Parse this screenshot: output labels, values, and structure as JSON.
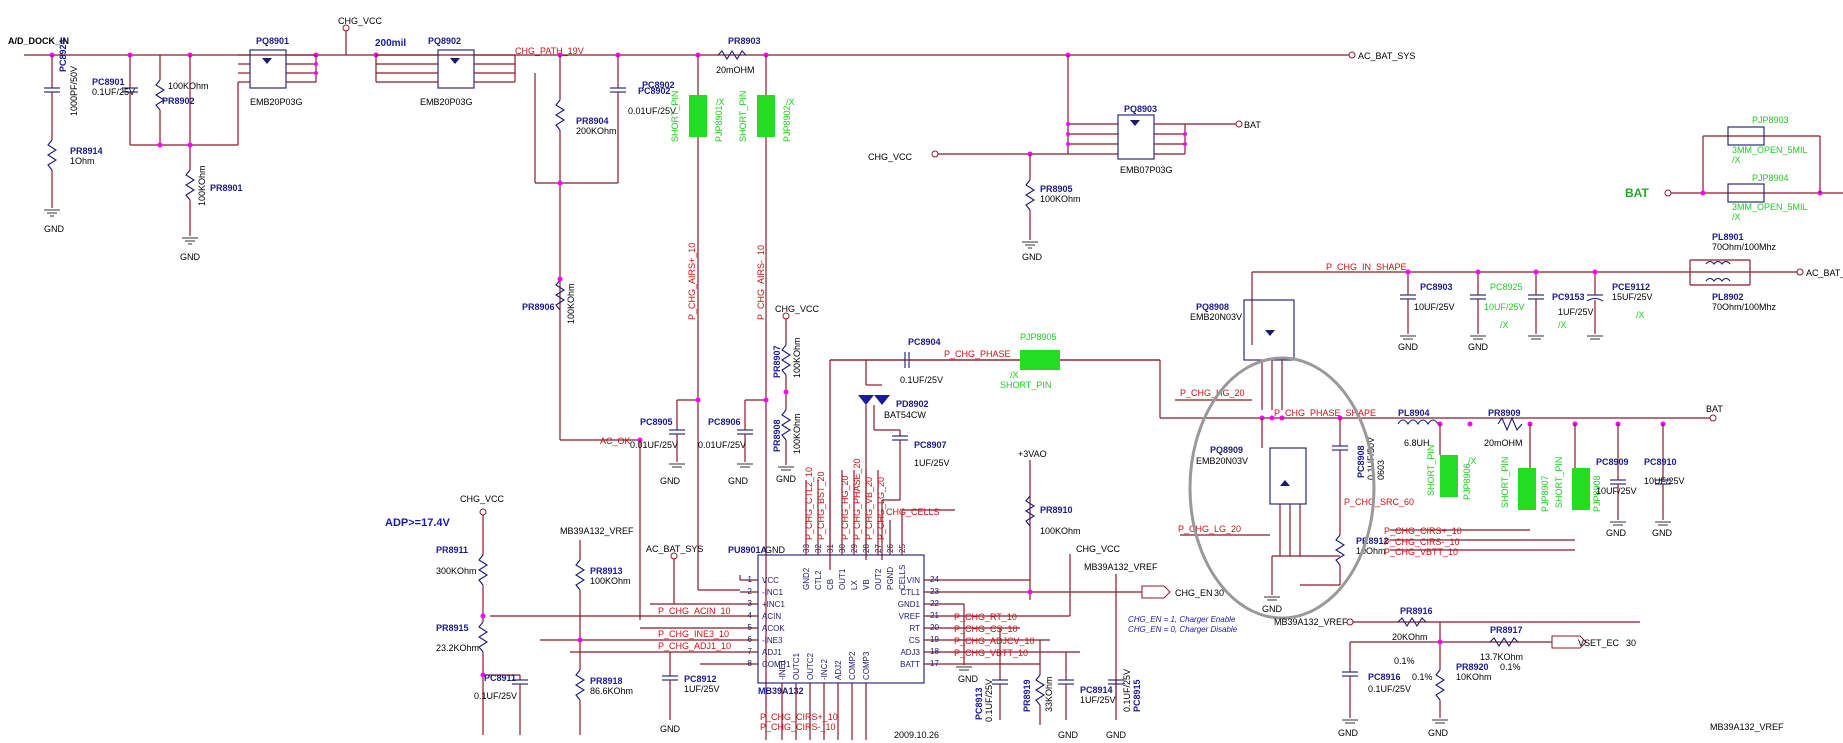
{
  "nets": {
    "ad_dock_in": "A/D_DOCK_IN",
    "chg_vcc": "CHG_VCC",
    "chg_vcc_big": "CHG_VCC",
    "chg_path": "CHG_PATH_19V",
    "mil200": "200mil",
    "ac_bat_sys": "AC_BAT_SYS",
    "bat": "BAT",
    "bat_big": "BAT",
    "bat2": "BAT",
    "gnd": "GND",
    "p_chg_in_shape": "P_CHG_IN_SHAPE",
    "p_chg_phase": "P_CHG_PHASE",
    "p_chg_phase_shape": "P_CHG_PHASE_SHAPE",
    "p_chg_hg": "P_CHG_HG_20",
    "p_chg_lg": "P_CHG_LG_20",
    "p_chg_src": "P_CHG_SRC_60",
    "p_chg_airs1": "P_CHG_AIRS+_10",
    "p_chg_airs2": "P_CHG_AIRS-_10",
    "p_chg_cirs1": "P_CHG_CIRS+_10",
    "p_chg_cirs2": "P_CHG_CIRS-_10",
    "p_chg_vbtt": "P_CHG_VBTT_10",
    "p_chg_acin": "P_CHG_ACIN_10",
    "p_chg_ine3": "P_CHG_INE3_10",
    "p_chg_adj1": "P_CHG_ADJ1_10",
    "p_chg_rt": "P_CHG_RT_10",
    "p_chg_cs": "P_CHG_CS_10",
    "p_chg_adcv": "P_CHG_ADJCV_10",
    "p_chg_vbtt2": "P_CHG_VBTT_10",
    "chg_cells": "CHG_CELLS",
    "ac_ok": "AC_OK",
    "vref": "MB39A132_VREF",
    "vref2": "MB39A132_VREF",
    "vref3": "MB39A132_VREF",
    "vref4": "MB39A132_VREF",
    "plus3vao": "+3VAO",
    "chg_en": "CHG_EN",
    "chg_en_num": "30",
    "vset_ec": "VSET_EC",
    "vset_num": "30",
    "ac_bat_sys2": "AC_BAT_SYS",
    "ac_bat_s": "AC_BAT_S",
    "adp": "ADP>=17.4V",
    "date": "2009.10.26"
  },
  "parts": {
    "pq8901": "PQ8901",
    "pq8901v": "EMB20P03G",
    "pq8902": "PQ8902",
    "pq8902v": "EMB20P03G",
    "pq8903": "PQ8903",
    "pq8903v": "EMB07P03G",
    "pq8908": "PQ8908",
    "pq8908v": "EMB20N03V",
    "pq8909": "PQ8909",
    "pq8909v": "EMB20N03V",
    "pc8924": "PC8924",
    "pc8924v": "1000PF/50V",
    "pc8901": "PC8901",
    "pc8901v": "0.1UF/25V",
    "pr8914": "PR8914",
    "pr8914v": "1Ohm",
    "pr8902": "PR8902",
    "pr8902v": "100KOhm",
    "pr8901": "PR8901",
    "pr8901v": "100KOhm",
    "pr8904": "PR8904",
    "pr8904v": "200KOhm",
    "pc8902": "PC8902",
    "pc8902v": "0.01UF/25V",
    "pr8903": "PR8903",
    "pr8903v": "20mOHM",
    "pjp8901": "PJP8901",
    "pjp8902": "PJP8902",
    "short_pin": "SHORT_PIN",
    "x": "/X",
    "pr8905": "PR8905",
    "pr8905v": "100KOhm",
    "pr8906": "PR8906",
    "pr8906v": "100KOhm",
    "pr8907": "PR8907",
    "pr8907v": "100KOhm",
    "pr8908": "PR8908",
    "pr8908v": "100KOhm",
    "pc8904": "PC8904",
    "pc8904v": "0.1UF/25V",
    "pjp8905": "PJP8905",
    "pd8902": "PD8902",
    "pd8902v": "BAT54CW",
    "pc8907": "PC8907",
    "pc8907v": "1UF/25V",
    "pc8905": "PC8905",
    "pc8905v": "0.01UF/25V",
    "pc8906": "PC8906",
    "pc8906v": "0.01UF/25V",
    "pr8910": "PR8910",
    "pr8910v": "100KOhm",
    "pr8911": "PR8911",
    "pr8911v": "300KOhm",
    "pr8913": "PR8913",
    "pr8913v": "100KOhm",
    "pr8915": "PR8915",
    "pr8915v": "23.2KOhm",
    "pc8911": "PC8911",
    "pc8911v": "0.1UF/25V",
    "pr8918": "PR8918",
    "pr8918v": "86.6KOhm",
    "pc8912": "PC8912",
    "pc8912v": "1UF/25V",
    "pu8901": "PU8901A",
    "pu8901v": "MB39A132",
    "pc8913": "PC8913",
    "pc8913v": "0.1UF/25V",
    "pr8919": "PR8919",
    "pr8919v": "33KOhm",
    "pc8914": "PC8914",
    "pc8914v": "1UF/25V",
    "pc8915": "PC8915",
    "pc8915v": "0.1UF/25V",
    "pc8903": "PC8903",
    "pc8903v": "10UF/25V",
    "pc8925": "PC8925",
    "pc8925v": "10UF/25V",
    "pc9153": "PC9153",
    "pc9153v": "1UF/25V",
    "pce9112": "PCE9112",
    "pce9112v": "15UF/25V",
    "pl8901": "PL8901",
    "pl8901v": "70Ohm/100Mhz",
    "pl8902": "PL8902",
    "pl8902v": "70Ohm/100Mhz",
    "pjp8903": "PJP8903",
    "pjp8904": "PJP8904",
    "open5mil": "3MM_OPEN_5MIL",
    "pl8904": "PL8904",
    "pl8904v": "6.8UH",
    "pr8909": "PR8909",
    "pr8909v": "20mOHM",
    "pc8908": "PC8908",
    "pc8908v": "0.1UF/50V",
    "pc8908c": "0603",
    "pr8912": "PR8912",
    "pr8912v": "10Ohm",
    "pjp8906": "PJP8906",
    "pjp8907": "PJP8907",
    "pjp8908": "PJP8908",
    "pc8909": "PC8909",
    "pc8909v": "10UF/25V",
    "pc8910": "PC8910",
    "pc8910v": "10UF/25V",
    "pr8916": "PR8916",
    "pr8916v": "20KOhm",
    "pr8917": "PR8917",
    "pr8917v": "13.7KOhm",
    "pr8920": "PR8920",
    "pr8920v": "10KOhm",
    "pc8916": "PC8916",
    "pc8916v": "0.1UF/25V",
    "tol1": "0.1%",
    "tol2": "0.1%",
    "tol3": "0.1%"
  },
  "notes": {
    "en1": "CHG_EN = 1, Charger Enable",
    "en0": "CHG_EN = 0, Charger Disable"
  },
  "ic": {
    "left_pins": [
      "VCC",
      "-INC1",
      "+INC1",
      "ACIN",
      "ACOK",
      "-INE3",
      "ADJ1",
      "COMP1"
    ],
    "left_nums": [
      "1",
      "2",
      "3",
      "4",
      "5",
      "6",
      "7",
      "8"
    ],
    "right_pins": [
      "VIN",
      "CTL1",
      "GND1",
      "VREF",
      "RT",
      "CS",
      "ADJ3",
      "BATT"
    ],
    "right_nums": [
      "24",
      "23",
      "22",
      "21",
      "20",
      "19",
      "18",
      "17"
    ],
    "top_pins": [
      "GND2",
      "CTL2",
      "CB",
      "OUT1",
      "LX",
      "VB",
      "OUT2",
      "PGND",
      "CELLS"
    ],
    "top_nums": [
      "33",
      "32",
      "31",
      "30",
      "29",
      "28",
      "27",
      "26",
      "25"
    ],
    "bot_pins": [
      "-INE1",
      "OUTC1",
      "OUTC2",
      "-INC2",
      "ADJ2",
      "COMP2",
      "COMP3"
    ],
    "gnd_label": "GND"
  },
  "colors": {
    "wire": "#8b1a2a",
    "part": "#1a1a6e",
    "junction": "#ff00ff",
    "net": "#cc1111",
    "green": "#22cc22",
    "circle": "#999999"
  }
}
